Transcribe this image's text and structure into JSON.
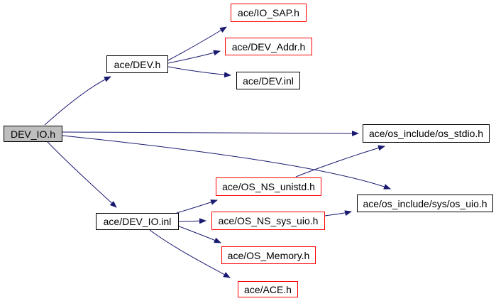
{
  "diagram": {
    "type": "include-dependency-graph",
    "background": "#ffffff",
    "colors": {
      "edge": "#191970",
      "red_border": "#ff0000",
      "black_border": "#000000",
      "root_fill": "#bebebe",
      "node_fill": "#ffffff",
      "text": "#000000"
    },
    "nodes": [
      {
        "id": "dev-io-h",
        "label": "DEV_IO.h",
        "border": "#000000",
        "fill": "#bebebe"
      },
      {
        "id": "ace-dev-h",
        "label": "ace/DEV.h",
        "border": "#000000",
        "fill": "#ffffff"
      },
      {
        "id": "ace-io-sap-h",
        "label": "ace/IO_SAP.h",
        "border": "#ff0000",
        "fill": "#ffffff"
      },
      {
        "id": "ace-dev-addr-h",
        "label": "ace/DEV_Addr.h",
        "border": "#ff0000",
        "fill": "#ffffff"
      },
      {
        "id": "ace-dev-inl",
        "label": "ace/DEV.inl",
        "border": "#000000",
        "fill": "#ffffff"
      },
      {
        "id": "os-stdio-h",
        "label": "ace/os_include/os_stdio.h",
        "border": "#000000",
        "fill": "#ffffff"
      },
      {
        "id": "os-ns-unistd-h",
        "label": "ace/OS_NS_unistd.h",
        "border": "#ff0000",
        "fill": "#ffffff"
      },
      {
        "id": "sys-os-uio-h",
        "label": "ace/os_include/sys/os_uio.h",
        "border": "#000000",
        "fill": "#ffffff"
      },
      {
        "id": "ace-dev-io-inl",
        "label": "ace/DEV_IO.inl",
        "border": "#000000",
        "fill": "#ffffff"
      },
      {
        "id": "os-ns-sys-uio-h",
        "label": "ace/OS_NS_sys_uio.h",
        "border": "#ff0000",
        "fill": "#ffffff"
      },
      {
        "id": "ace-os-memory-h",
        "label": "ace/OS_Memory.h",
        "border": "#ff0000",
        "fill": "#ffffff"
      },
      {
        "id": "ace-ace-h",
        "label": "ace/ACE.h",
        "border": "#ff0000",
        "fill": "#ffffff"
      }
    ],
    "edges": [
      {
        "from": "DEV_IO.h",
        "to": "ace/DEV.h"
      },
      {
        "from": "DEV_IO.h",
        "to": "ace/os_include/os_stdio.h"
      },
      {
        "from": "DEV_IO.h",
        "to": "ace/os_include/sys/os_uio.h"
      },
      {
        "from": "DEV_IO.h",
        "to": "ace/DEV_IO.inl"
      },
      {
        "from": "ace/DEV.h",
        "to": "ace/IO_SAP.h"
      },
      {
        "from": "ace/DEV.h",
        "to": "ace/DEV_Addr.h"
      },
      {
        "from": "ace/DEV.h",
        "to": "ace/DEV.inl"
      },
      {
        "from": "ace/DEV_IO.inl",
        "to": "ace/OS_NS_unistd.h"
      },
      {
        "from": "ace/DEV_IO.inl",
        "to": "ace/OS_NS_sys_uio.h"
      },
      {
        "from": "ace/DEV_IO.inl",
        "to": "ace/OS_Memory.h"
      },
      {
        "from": "ace/DEV_IO.inl",
        "to": "ace/ACE.h"
      },
      {
        "from": "ace/OS_NS_unistd.h",
        "to": "ace/os_include/os_stdio.h"
      },
      {
        "from": "ace/OS_NS_sys_uio.h",
        "to": "ace/os_include/sys/os_uio.h"
      }
    ]
  }
}
